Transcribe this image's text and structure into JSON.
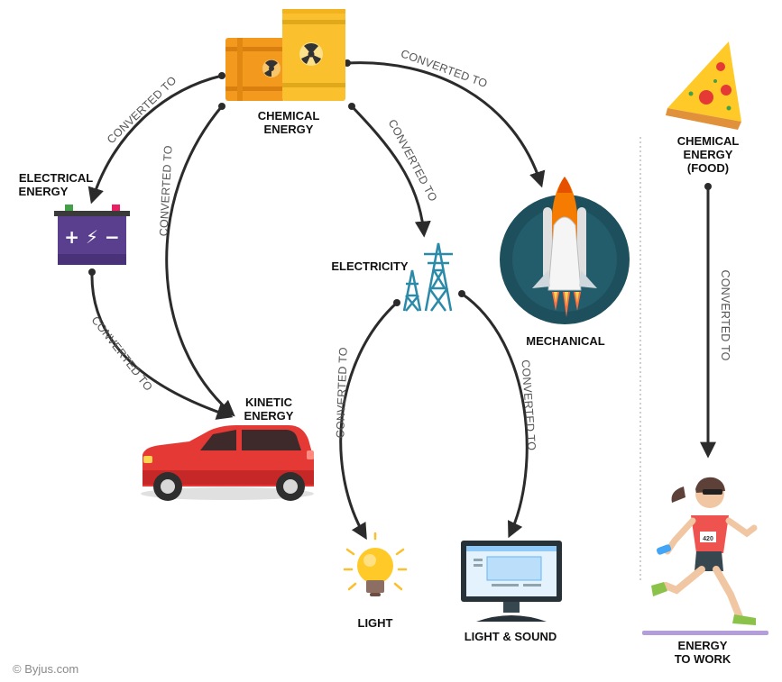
{
  "nodes": {
    "chemical_line1": "CHEMICAL",
    "chemical_line2": "ENERGY",
    "electrical_line1": "ELECTRICAL",
    "electrical_line2": "ENERGY",
    "kinetic_line1": "KINETIC",
    "kinetic_line2": "ENERGY",
    "electricity": "ELECTRICITY",
    "mechanical": "MECHANICAL",
    "light": "LIGHT",
    "light_sound": "LIGHT & SOUND",
    "food_line1": "CHEMICAL",
    "food_line2": "ENERGY",
    "food_line3": "(FOOD)",
    "work_line1": "ENERGY",
    "work_line2": "TO WORK"
  },
  "edge_label": "CONVERTED TO",
  "battery_symbols": "+ ⚡ −",
  "runner_bib": "420",
  "credit": "© Byjus.com",
  "colors": {
    "arrow": "#2b2b2b",
    "barrel_orange": "#f39a1e",
    "barrel_yellow": "#fbc02d",
    "battery": "#5a3f8f",
    "car": "#e53935",
    "planet": "#1e4f5c",
    "tower": "#2a8aa8",
    "edge_text": "#555555",
    "divider": "#bdbdbd"
  }
}
